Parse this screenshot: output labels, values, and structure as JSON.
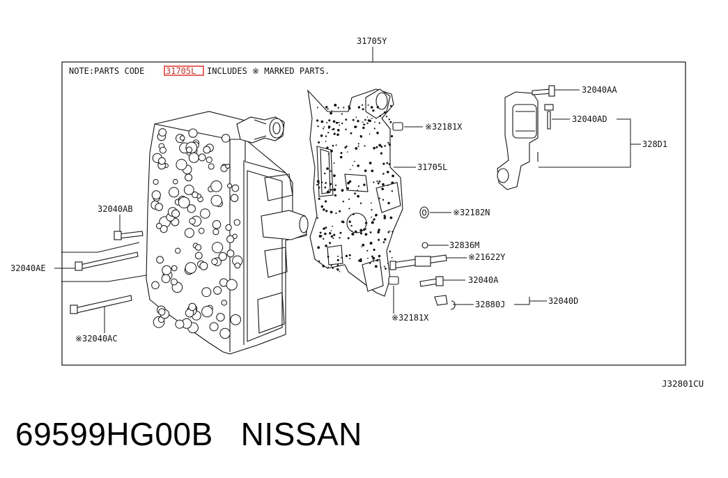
{
  "diagram": {
    "top_label": "31705Y",
    "note": {
      "prefix": "NOTE:PARTS CODE",
      "code": "31705L",
      "suffix": "INCLUDES ※ MARKED PARTS.",
      "code_box_color": "#e0302a"
    },
    "part_labels": {
      "p32040AA": "32040AA",
      "p32181X_top": "※32181X",
      "p32040AD": "32040AD",
      "p328D1": "328D1",
      "p31705L": "31705L",
      "p32182N": "※32182N",
      "p32040AB": "32040AB",
      "p32836M": "32836M",
      "p21622Y": "※21622Y",
      "p32040AE": "32040AE",
      "p32040A": "32040A",
      "p32880J": "32880J",
      "p32040D": "32040D",
      "p32181X_bottom": "※32181X",
      "p32040AC": "※32040AC"
    },
    "drawing_code": "J32801CU"
  },
  "caption": {
    "part_number": "69599HG00B",
    "brand": "NISSAN"
  }
}
